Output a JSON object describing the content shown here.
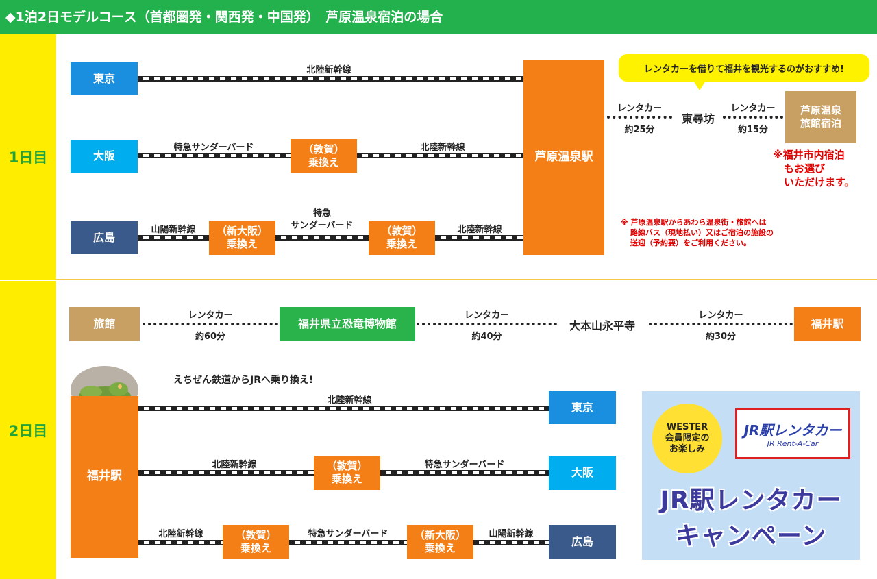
{
  "title": "◆1泊2日モデルコース（首都圏発・関西発・中国発）　芦原温泉宿泊の場合",
  "day1": {
    "label": "1日目",
    "tokyo": "東京",
    "osaka": "大阪",
    "hiroshima": "広島",
    "awara_station": "芦原温泉駅",
    "tokyo_line": "北陸新幹線",
    "osaka_line1": "特急サンダーバード",
    "osaka_transfer": [
      "（敦賀）",
      "乗換え"
    ],
    "osaka_line2": "北陸新幹線",
    "hiro_line1": "山陽新幹線",
    "hiro_transfer1": [
      "（新大阪）",
      "乗換え"
    ],
    "hiro_line2": [
      "特急",
      "サンダーバード"
    ],
    "hiro_transfer2": [
      "（敦賀）",
      "乗換え"
    ],
    "hiro_line3": "北陸新幹線",
    "bubble": "レンタカーを借りて福井を観光するのがおすすめ!",
    "rent1_label": "レンタカー",
    "rent1_time": "約25分",
    "tojinbo": "東尋坊",
    "rent2_label": "レンタカー",
    "rent2_time": "約15分",
    "ryokan": [
      "芦原温泉",
      "旅館宿泊"
    ],
    "fukui_note": [
      "※福井市内宿泊",
      "もお選び",
      "いただけます。"
    ],
    "bus_note": [
      "※ 芦原温泉駅からあわら温泉街・旅館へは",
      "路線バス（現地払い）又はご宿泊の施設の",
      "送迎（予約要）をご利用ください。"
    ]
  },
  "day2": {
    "label": "2日目",
    "ryokan": "旅館",
    "r1_label": "レンタカー",
    "r1_time": "約60分",
    "museum": "福井県立恐竜博物館",
    "r2_label": "レンタカー",
    "r2_time": "約40分",
    "eiheiji": "大本山永平寺",
    "r3_label": "レンタカー",
    "r3_time": "約30分",
    "fukui_station_right": "福井駅",
    "echizen_note": "えちぜん鉄道からJRへ乗り換え!",
    "fukui_station": "福井駅",
    "tokyo_line": "北陸新幹線",
    "tokyo": "東京",
    "osaka_line1": "北陸新幹線",
    "osaka_transfer": [
      "（敦賀）",
      "乗換え"
    ],
    "osaka_line2": "特急サンダーバード",
    "osaka": "大阪",
    "hiro_line1": "北陸新幹線",
    "hiro_transfer1": [
      "（敦賀）",
      "乗換え"
    ],
    "hiro_line2": "特急サンダーバード",
    "hiro_transfer2": [
      "（新大阪）",
      "乗換え"
    ],
    "hiro_line3": "山陽新幹線",
    "hiroshima": "広島"
  },
  "banner": {
    "wester": [
      "WESTER",
      "会員限定の",
      "お楽しみ"
    ],
    "logo_main": "JR駅レンタカー",
    "logo_sub": "JR Rent-A-Car",
    "campaign": [
      "JR駅レンタカー",
      "キャンペーン"
    ]
  }
}
